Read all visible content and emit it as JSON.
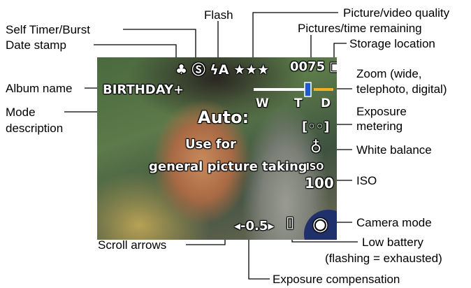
{
  "diagram": {
    "callouts": {
      "self_timer": "Self Timer/Burst",
      "date_stamp": "Date stamp",
      "flash": "Flash",
      "quality": "Picture/video quality",
      "remaining": "Pictures/time remaining",
      "storage": "Storage location",
      "album": "Album name",
      "mode_desc_1": "Mode",
      "mode_desc_2": "description",
      "zoom_1": "Zoom (wide,",
      "zoom_2": "telephoto, digital)",
      "exposure_metering_1": "Exposure",
      "exposure_metering_2": "metering",
      "white_balance": "White balance",
      "iso": "ISO",
      "camera_mode": "Camera mode",
      "scroll_arrows": "Scroll arrows",
      "low_battery_1": "Low battery",
      "low_battery_2": "(flashing = exhausted)",
      "exposure_comp": "Exposure compensation"
    },
    "screen": {
      "album_name": "BIRTHDAY+",
      "mode_title": "Auto:",
      "mode_line1": "Use for",
      "mode_line2": "general picture taking",
      "top_icons": "♣ Ⓢ ϟA ★★★",
      "picture_count": "0075",
      "storage_icon": "▣",
      "zoom_w": "W",
      "zoom_t": "T",
      "zoom_d": "D",
      "metering_icon": "[◦◦]",
      "white_balance_icon": "♁",
      "iso_label": "ISO",
      "iso_value": "100",
      "exposure_value": "◂-0.5▸",
      "battery_icon": "▯",
      "camera_icon": "◉"
    }
  }
}
